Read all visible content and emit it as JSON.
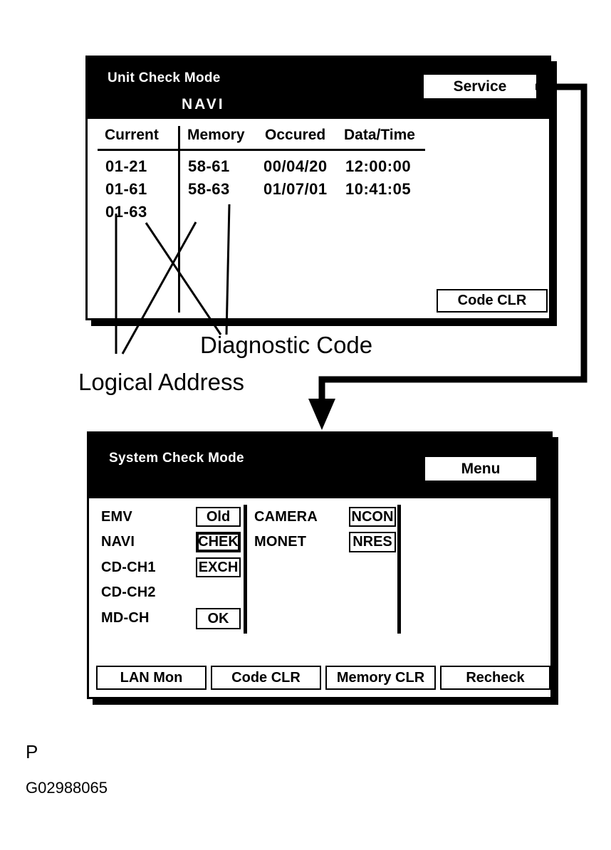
{
  "unit_check_panel": {
    "title": "Unit Check Mode",
    "subtitle": "NAVI",
    "service_button": "Service",
    "code_clr_button": "Code CLR",
    "table": {
      "columns": [
        "Current",
        "Memory",
        "Occured",
        "Data/Time"
      ],
      "rows": [
        [
          "01-21",
          "58-61",
          "00/04/20",
          "12:00:00"
        ],
        [
          "01-61",
          "58-63",
          "01/07/01",
          "10:41:05"
        ],
        [
          "01-63",
          "",
          "",
          ""
        ]
      ]
    }
  },
  "annotations": {
    "diagnostic_code": "Diagnostic Code",
    "logical_address": "Logical Address"
  },
  "system_check_panel": {
    "title": "System Check Mode",
    "menu_button": "Menu",
    "left_column": [
      {
        "label": "EMV",
        "status": "Old",
        "emphasis": false
      },
      {
        "label": "NAVI",
        "status": "CHEK",
        "emphasis": true
      },
      {
        "label": "CD-CH1",
        "status": "EXCH",
        "emphasis": false
      },
      {
        "label": "CD-CH2",
        "status": "",
        "emphasis": false
      },
      {
        "label": "MD-CH",
        "status": "OK",
        "emphasis": false
      }
    ],
    "right_column": [
      {
        "label": "CAMERA",
        "status": "NCON",
        "emphasis": false
      },
      {
        "label": "MONET",
        "status": "NRES",
        "emphasis": false
      }
    ],
    "footer_buttons": [
      "LAN Mon",
      "Code CLR",
      "Memory CLR",
      "Recheck"
    ]
  },
  "figure_footer": {
    "page_marker": "P",
    "figure_id": "G02988065"
  },
  "colors": {
    "ink": "#000000",
    "paper": "#ffffff"
  }
}
